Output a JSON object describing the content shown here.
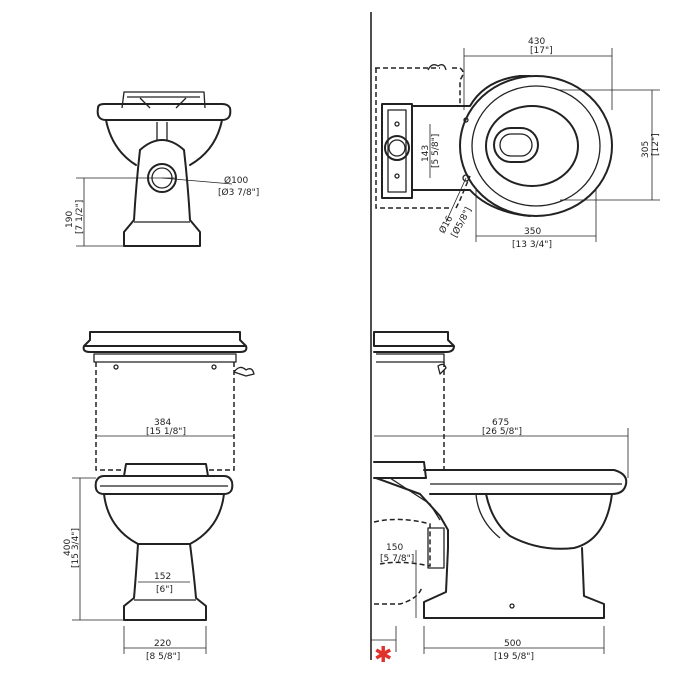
{
  "drawing": {
    "front_top": {
      "hole_dia": "Ø100",
      "hole_dia_in": "[Ø3 7/8\"]",
      "outlet_height": "190",
      "outlet_height_in": "[7 1/2\"]"
    },
    "plan": {
      "overall_width": "430",
      "overall_width_in": "[17\"]",
      "bowl_depth": "305",
      "bowl_depth_in": "[12\"]",
      "bowl_width": "350",
      "bowl_width_in": "[13 3/4\"]",
      "cistern_offset": "143",
      "cistern_offset_in": "[5 5/8\"]",
      "fix_dia": "Ø16",
      "fix_dia_in": "[Ø5/8\"]"
    },
    "front": {
      "cistern_width": "384",
      "cistern_width_in": "[15 1/8\"]",
      "bowl_height": "400",
      "bowl_height_in": "[15 3/4\"]",
      "pedestal_width": "152",
      "pedestal_width_in": "[6\"]",
      "base_width": "220",
      "base_width_in": "[8 5/8\"]"
    },
    "side": {
      "overall_length": "675",
      "overall_length_in": "[26 5/8\"]",
      "outlet_height": "150",
      "outlet_height_in": "[5 7/8\"]",
      "base_length": "500",
      "base_length_in": "[19 5/8\"]"
    },
    "marker": {
      "symbol": "✱",
      "color": "#e0312c"
    }
  }
}
